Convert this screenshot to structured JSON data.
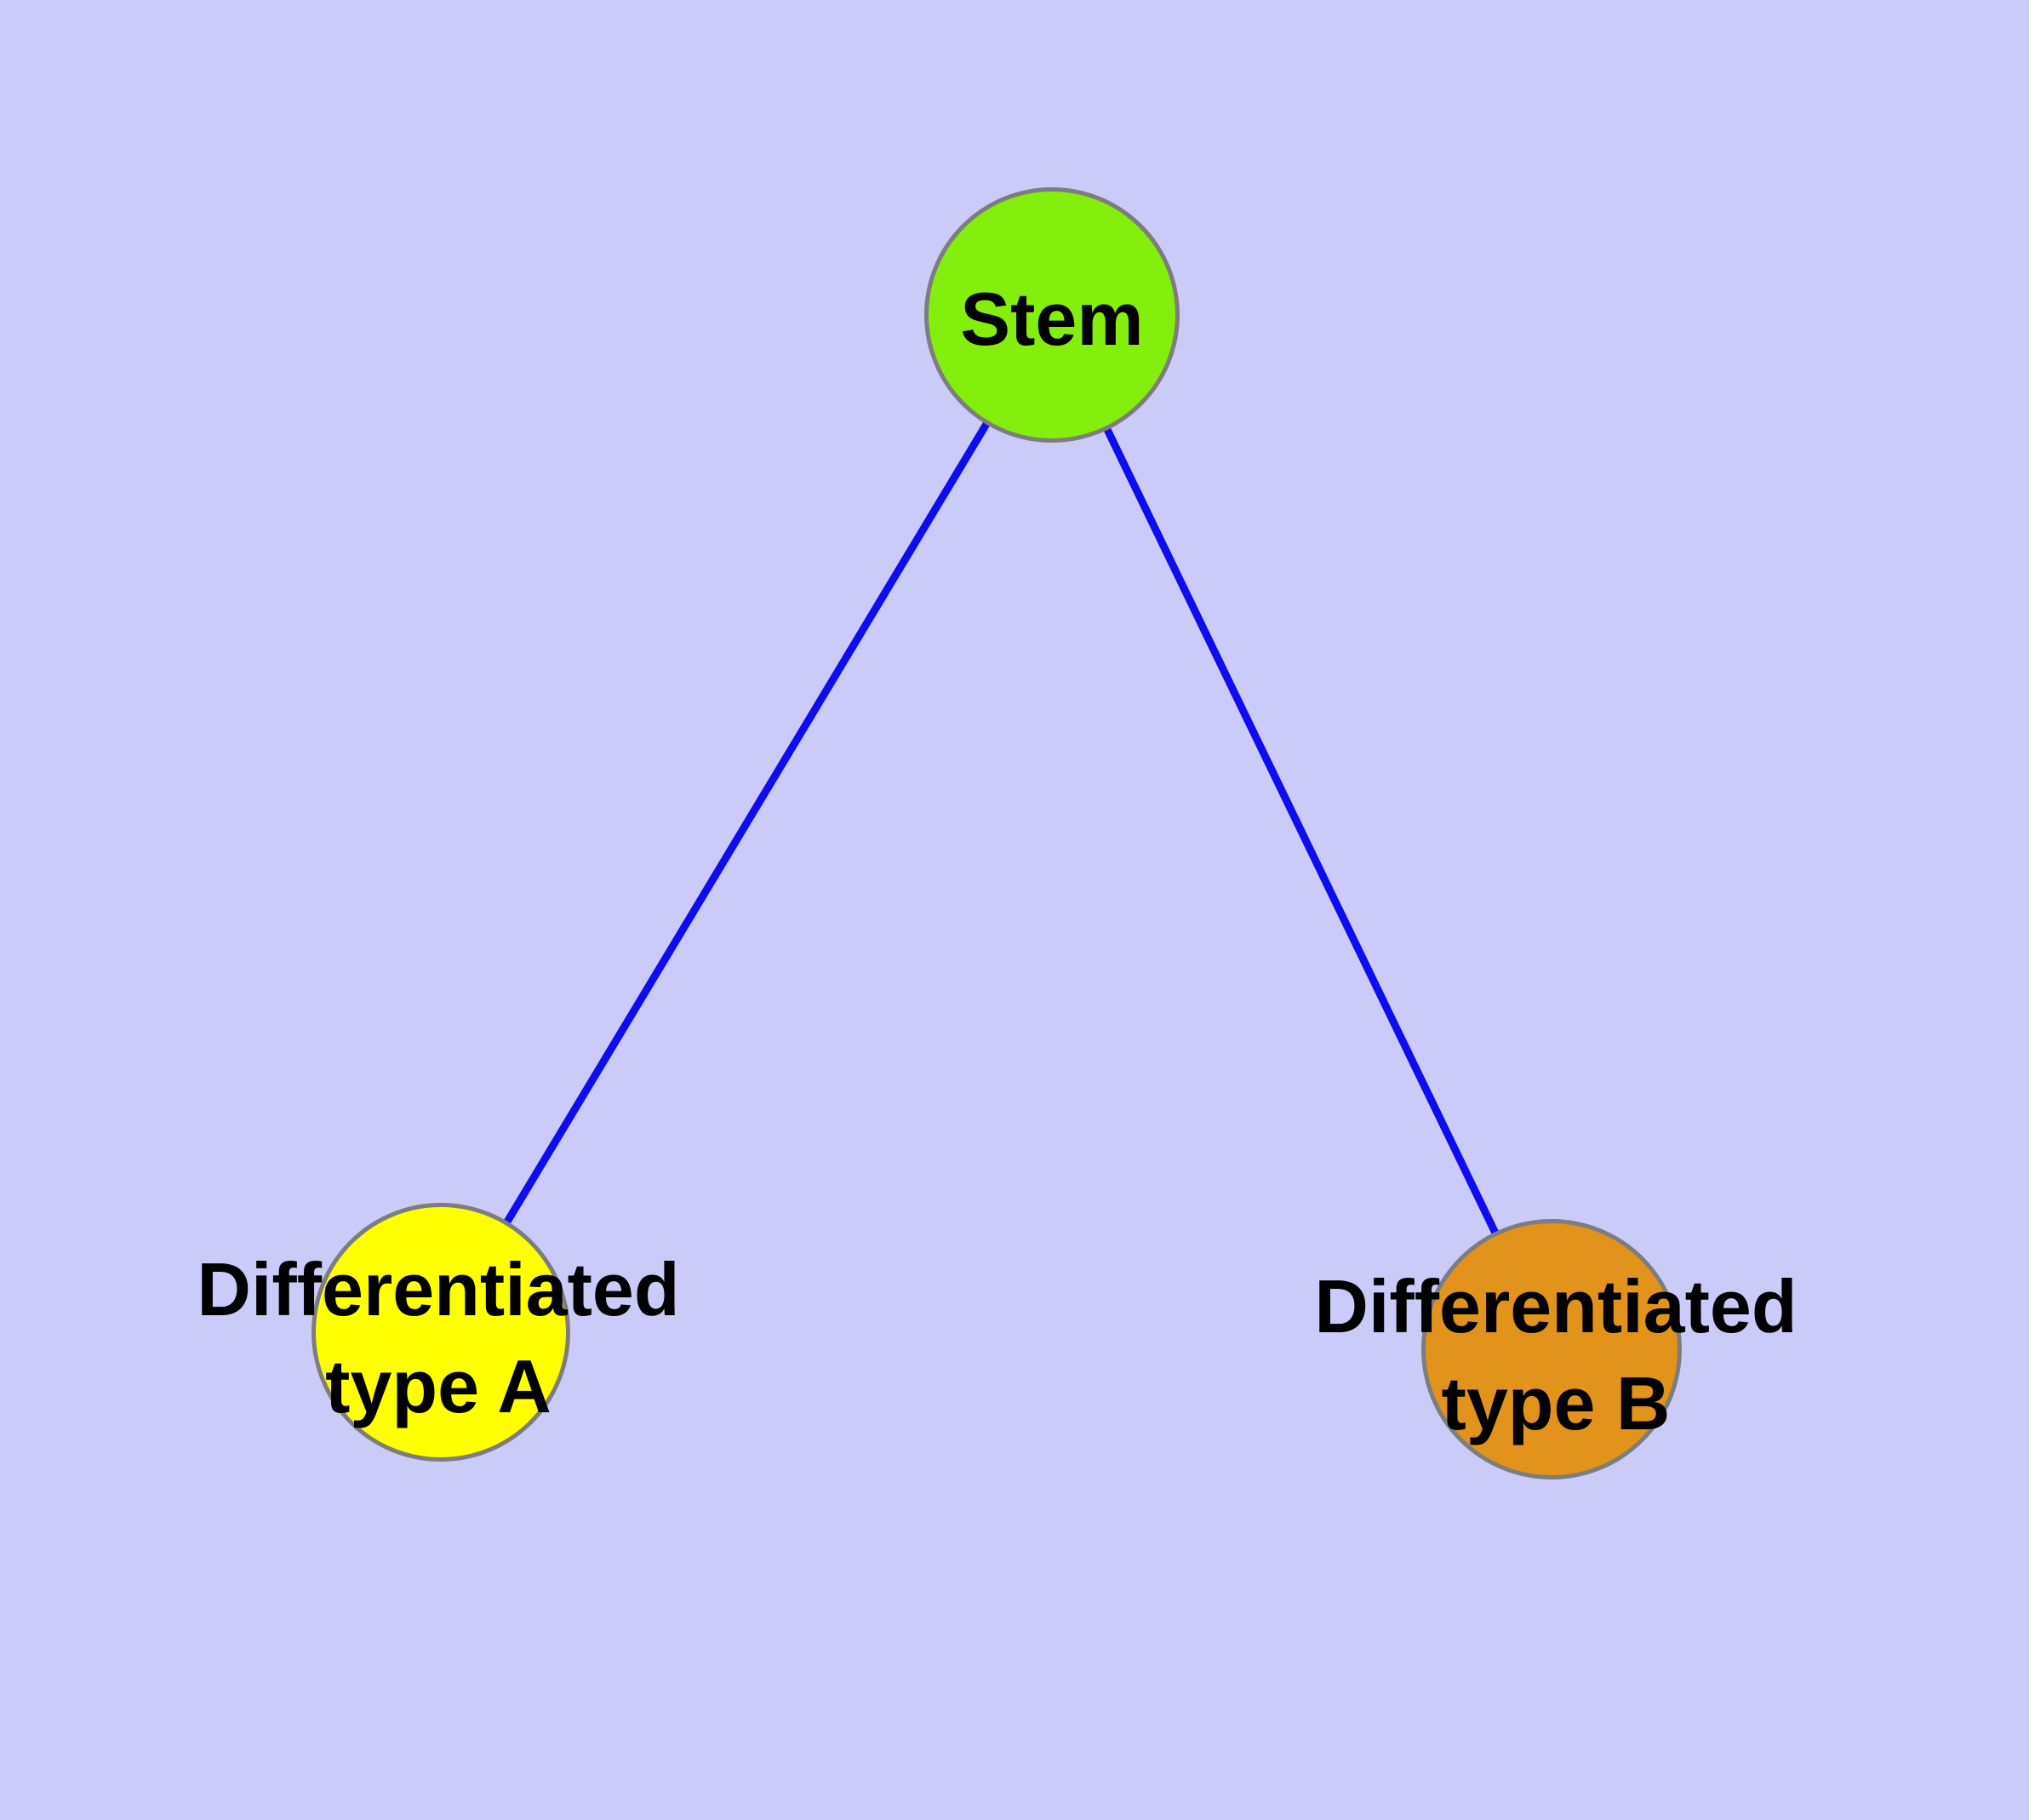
{
  "graph": {
    "nodes": [
      {
        "id": "stem",
        "label": "Stem",
        "fill": "#84EE0C"
      },
      {
        "id": "type-a",
        "label_line1": "Differentiated",
        "label_line2": "type A",
        "fill": "#FFFF00"
      },
      {
        "id": "type-b",
        "label_line1": "Differentiated",
        "label_line2": "type B",
        "fill": "#E2931C"
      }
    ],
    "edges": [
      {
        "from": "Stem",
        "to": "Differentiated type A"
      },
      {
        "from": "Stem",
        "to": "Differentiated type B"
      }
    ],
    "colors": {
      "background": "#CBCBFA",
      "edge": "#0D0DF0",
      "node_border": "#7D7D7D",
      "label": "#000000"
    }
  }
}
